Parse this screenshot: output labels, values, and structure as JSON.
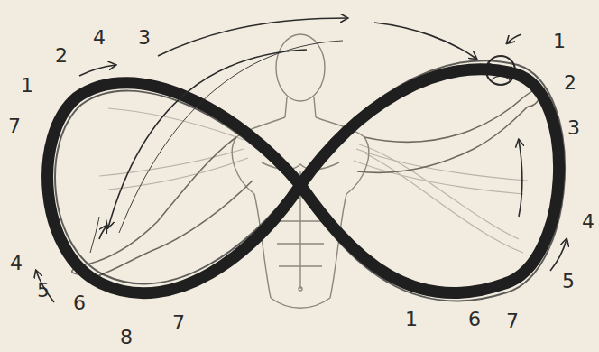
{
  "diagram": {
    "labels": [
      "1",
      "2",
      "4",
      "3",
      "7",
      "1",
      "2",
      "3",
      "4",
      "5",
      "4",
      "5",
      "6",
      "8",
      "7",
      "1",
      "6",
      "7"
    ]
  }
}
